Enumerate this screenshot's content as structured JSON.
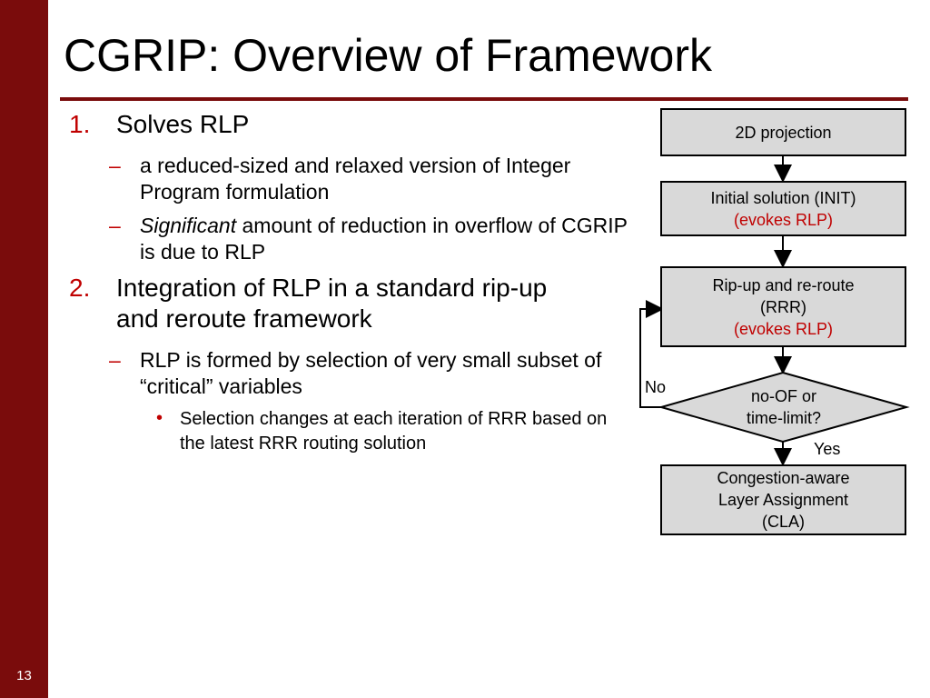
{
  "title": "CGRIP: Overview of Framework",
  "slide_number": "13",
  "bullets": {
    "b1": {
      "num": "1.",
      "text": "Solves RLP"
    },
    "b1_sub1": {
      "dash": "–",
      "text": "a reduced-sized and relaxed version of Integer Program formulation"
    },
    "b1_sub2": {
      "dash": "–",
      "italic": "Significant",
      "text": " amount of reduction in overflow of CGRIP is due to RLP"
    },
    "b2": {
      "num": "2.",
      "text": "Integration of RLP in a standard rip-up and reroute framework"
    },
    "b2_sub1": {
      "dash": "–",
      "text": "RLP is formed by selection of very small subset of “critical” variables"
    },
    "b2_sub1_sub1": {
      "dot": "•",
      "text": "Selection changes at each iteration of RRR based on the latest RRR routing solution"
    }
  },
  "flow": {
    "proj": "2D projection",
    "init_line1": "Initial solution (INIT)",
    "init_line2": "(evokes RLP)",
    "rrr_line1": "Rip-up and re-route",
    "rrr_line2": "(RRR)",
    "rrr_line3": "(evokes RLP)",
    "decision_line1": "no-OF or",
    "decision_line2": "time-limit?",
    "no_label": "No",
    "yes_label": "Yes",
    "cla_line1": "Congestion-aware",
    "cla_line2": "Layer Assignment",
    "cla_line3": "(CLA)"
  },
  "colors": {
    "accent": "#7a0c0c",
    "bullet_red": "#c00000",
    "box_fill": "#d9d9d9"
  }
}
